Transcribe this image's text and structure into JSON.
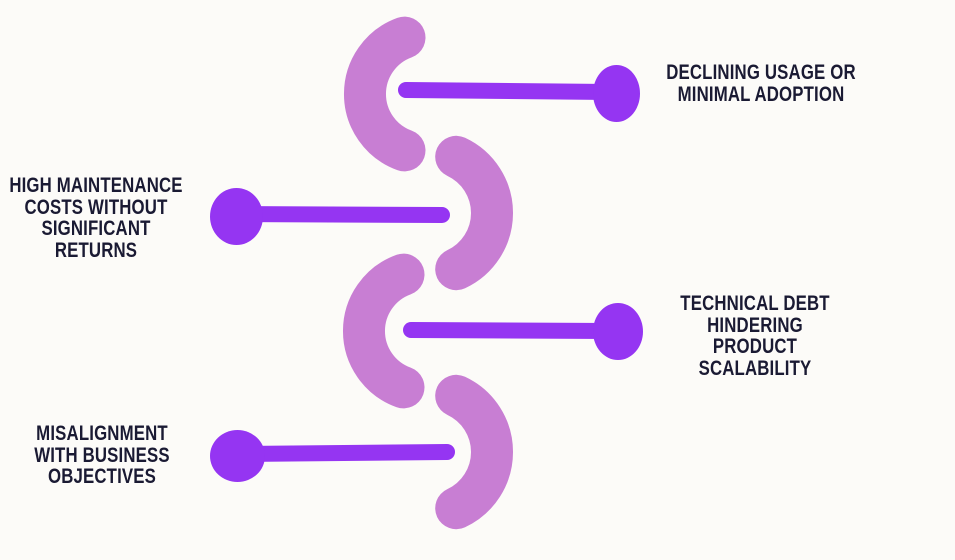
{
  "colors": {
    "background": "#FCFBF8",
    "arc": "#C87ED3",
    "connector": "#9535F2",
    "marker": "#9535F2",
    "text": "#1A1A33"
  },
  "diagram": {
    "title": "",
    "items": [
      {
        "position": "top-right",
        "label": "Declining usage or minimal adoption",
        "lines": [
          "DECLINING USAGE OR",
          "MINIMAL ADOPTION"
        ]
      },
      {
        "position": "middle-left",
        "label": "High maintenance costs without significant returns",
        "lines": [
          "HIGH MAINTENANCE",
          "COSTS WITHOUT",
          "SIGNIFICANT",
          "RETURNS"
        ]
      },
      {
        "position": "middle-right",
        "label": "Technical debt hindering product scalability",
        "lines": [
          "TECHNICAL DEBT",
          "HINDERING",
          "PRODUCT",
          "SCALABILITY"
        ]
      },
      {
        "position": "bottom-left",
        "label": "Misalignment with business objectives",
        "lines": [
          "MISALIGNMENT",
          "WITH BUSINESS",
          "OBJECTIVES"
        ]
      }
    ]
  }
}
